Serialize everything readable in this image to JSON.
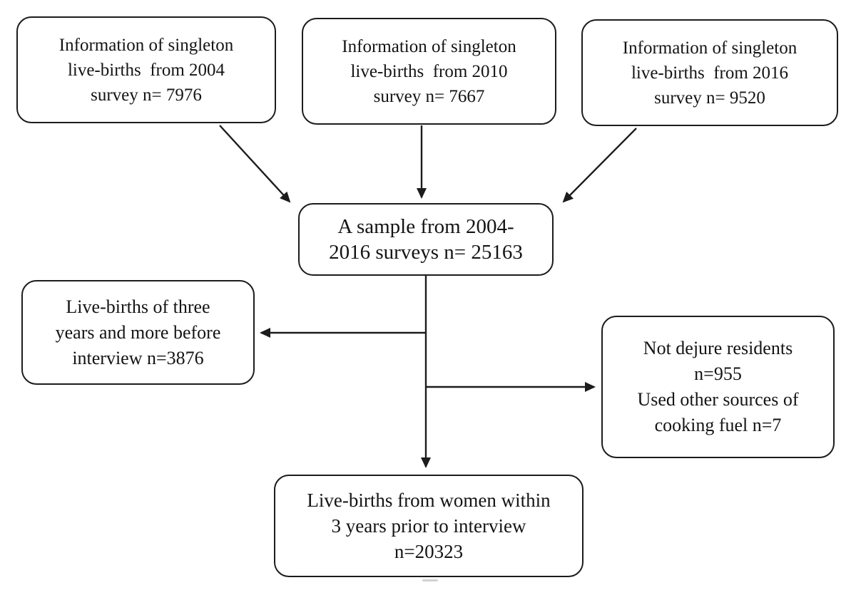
{
  "colors": {
    "stroke": "#1c1c1c",
    "text": "#141414",
    "background": "#ffffff"
  },
  "boxes": {
    "survey2004": {
      "lines": [
        "Information of singleton",
        "live-births  from 2004",
        "survey n= 7976"
      ],
      "n": 7976
    },
    "survey2010": {
      "lines": [
        "Information of singleton",
        "live-births  from 2010",
        "survey n= 7667"
      ],
      "n": 7667
    },
    "survey2016": {
      "lines": [
        "Information of singleton",
        "live-births  from 2016",
        "survey n= 9520"
      ],
      "n": 9520
    },
    "pooledSample": {
      "lines": [
        "A sample from 2004-",
        "2016 surveys n= 25163"
      ],
      "n": 25163
    },
    "excludedOldBirths": {
      "lines": [
        "Live-births of three",
        "years and more before",
        "interview n=3876"
      ],
      "n": 3876
    },
    "excludedResidencyFuel": {
      "lines": [
        "Not dejure residents",
        "n=955",
        "Used other sources of",
        "cooking fuel n=7"
      ],
      "n_not_dejure": 955,
      "n_other_fuel": 7
    },
    "finalSample": {
      "lines": [
        "Live-births from women within",
        "3 years prior to interview",
        "n=20323"
      ],
      "n": 20323
    }
  }
}
